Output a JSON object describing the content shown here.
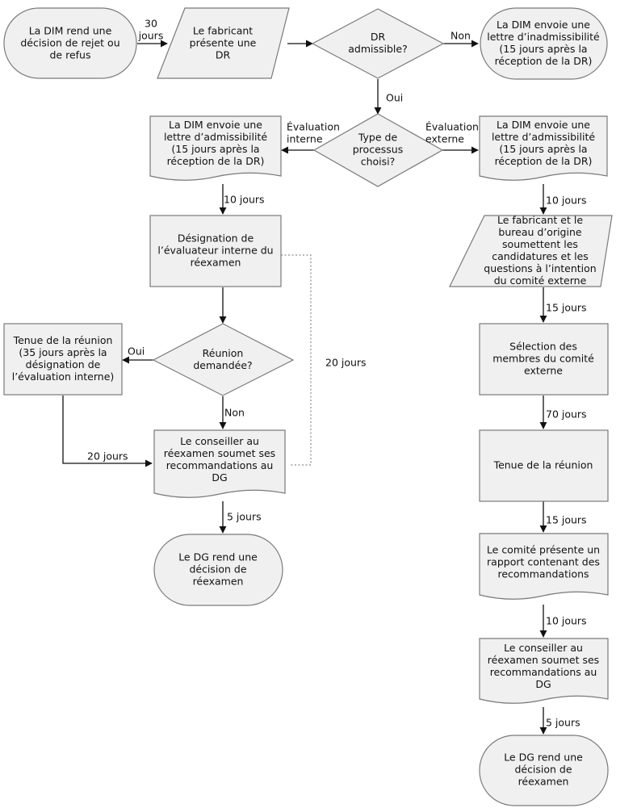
{
  "nodes": {
    "start": [
      "La DIM rend une",
      "décision de rejet ou",
      "de refus"
    ],
    "present_dr": [
      "Le fabricant",
      "présente une",
      "DR"
    ],
    "admissible": [
      "DR",
      "admissible?"
    ],
    "inadmissibility": [
      "La DIM envoie une",
      "lettre d’inadmissibilité",
      "(15 jours après la",
      "réception de la DR)"
    ],
    "process_type": [
      "Type de",
      "processus",
      "choisi?"
    ],
    "admit_left": [
      "La DIM envoie une",
      "lettre d’admissibilité",
      "(15 jours après la",
      "réception de la DR)"
    ],
    "admit_right": [
      "La DIM envoie une",
      "lettre d’admissibilité",
      "(15 jours après la",
      "réception de la DR)"
    ],
    "designation": [
      "Désignation de",
      "l’évaluateur interne du",
      "réexamen"
    ],
    "meeting_q": [
      "Réunion",
      "demandée?"
    ],
    "meeting_left": [
      "Tenue de la réunion",
      "(35 jours après la",
      "désignation de",
      "l’évaluation interne)"
    ],
    "advisor_left": [
      "Le conseiller au",
      "réexamen soumet ses",
      "recommandations au",
      "DG"
    ],
    "end_left": [
      "Le DG rend une",
      "décision de",
      "réexamen"
    ],
    "candidates": [
      "Le fabricant et le",
      "bureau d’origine",
      "soumettent les",
      "candidatures et les",
      "questions à l’intention",
      "du comité externe"
    ],
    "selection": [
      "Sélection des",
      "membres du comité",
      "externe"
    ],
    "meeting_right": [
      "Tenue de la réunion"
    ],
    "report": [
      "Le comité présente un",
      "rapport contenant des",
      "recommandations"
    ],
    "advisor_right": [
      "Le conseiller au",
      "réexamen soumet ses",
      "recommandations au",
      "DG"
    ],
    "end_right": [
      "Le DG rend une",
      "décision de",
      "réexamen"
    ]
  },
  "edge_labels": {
    "start_to_present": [
      "30",
      "jours"
    ],
    "admissible_no": [
      "Non"
    ],
    "admissible_yes": [
      "Oui"
    ],
    "internal": [
      "Évaluation",
      "interne"
    ],
    "external": [
      "Évaluation",
      "externe"
    ],
    "left_10": [
      "10 jours"
    ],
    "dotted_20": [
      "20 jours"
    ],
    "meeting_yes": [
      "Oui"
    ],
    "meeting_no": [
      "Non"
    ],
    "left_20": [
      "20 jours"
    ],
    "left_5": [
      "5 jours"
    ],
    "right_10a": [
      "10 jours"
    ],
    "right_15a": [
      "15 jours"
    ],
    "right_70": [
      "70 jours"
    ],
    "right_15b": [
      "15 jours"
    ],
    "right_10b": [
      "10 jours"
    ],
    "right_5": [
      "5 jours"
    ]
  }
}
